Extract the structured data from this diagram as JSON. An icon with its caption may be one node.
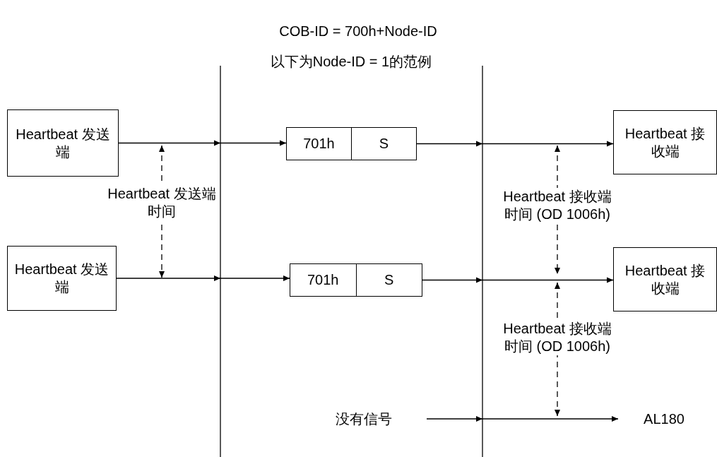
{
  "diagram": {
    "title": "COB-ID = 700h+Node-ID",
    "nodes": [
      {
        "text": [
          "Heartbeat 发送端"
        ]
      },
      {
        "text": [
          "701h",
          "S"
        ]
      },
      {
        "text": [
          "Heartbeat 接收端"
        ]
      },
      {
        "text": [
          "Heartbeat 发送端"
        ]
      },
      {
        "text": [
          "701h",
          "S"
        ]
      },
      {
        "text": [
          "Heartbeat 接收端"
        ]
      },
      {
        "text": [
          "没有信号"
        ]
      },
      {
        "text": [
          "AL180"
        ]
      }
    ],
    "edges": [
      {
        "from": 0,
        "to": 1,
        "arrow": "to"
      },
      {
        "from": 1,
        "to": 2,
        "arrow": "to"
      },
      {
        "from": 3,
        "to": 4,
        "arrow": "to"
      },
      {
        "from": 4,
        "to": 5,
        "arrow": "to"
      },
      {
        "from": 6,
        "to": 7,
        "arrow": "to"
      }
    ],
    "labels": [
      "以下为Node-ID = 1的范例",
      "Heartbeat 发送端时间",
      "Heartbeat 接收端时间 (OD 1006h)",
      "Heartbeat 接收端时间 (OD 1006h)"
    ]
  }
}
